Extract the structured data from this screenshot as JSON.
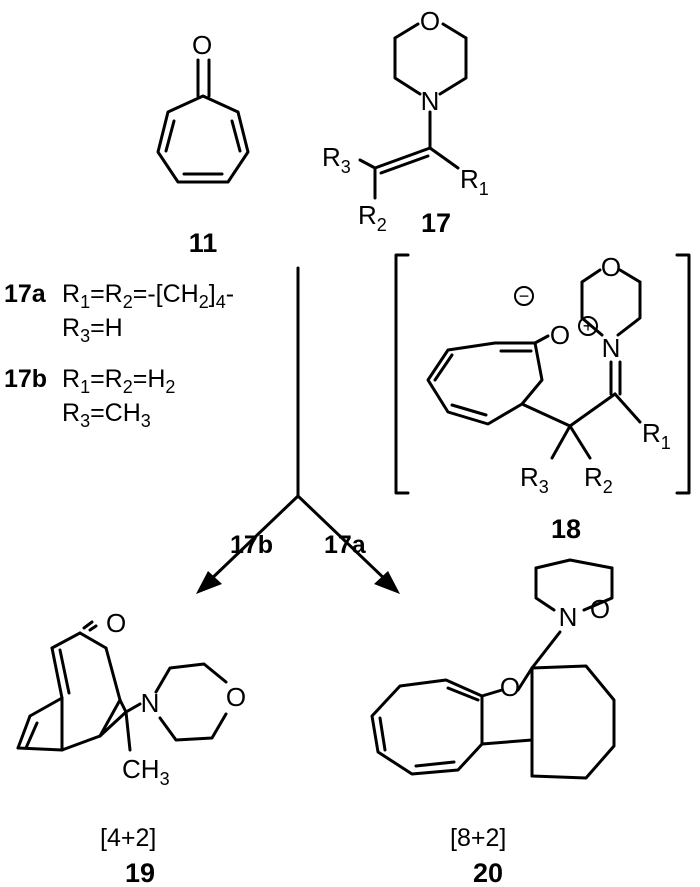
{
  "compounds": {
    "c11": "11",
    "c17": "17",
    "c18": "18",
    "c19": "19",
    "c20": "20"
  },
  "atoms": {
    "O": "O",
    "N": "N",
    "R": "R",
    "one": "1",
    "two": "2",
    "three": "3",
    "CH": "CH"
  },
  "conditions": {
    "line1_label": "17a",
    "line1_formula": "R1=R2=-[CH2]4-",
    "line2_formula": "R3=H",
    "line3_label": "17b",
    "line3_formula": "R1=R2=H2",
    "line4_formula": "R3=CH3"
  },
  "arrows": {
    "left": "17b",
    "right": "17a"
  },
  "cycloadditions": {
    "c19": "[4+2]",
    "c20": "[8+2]"
  },
  "charges": {
    "minus": "−",
    "plus": "+"
  }
}
